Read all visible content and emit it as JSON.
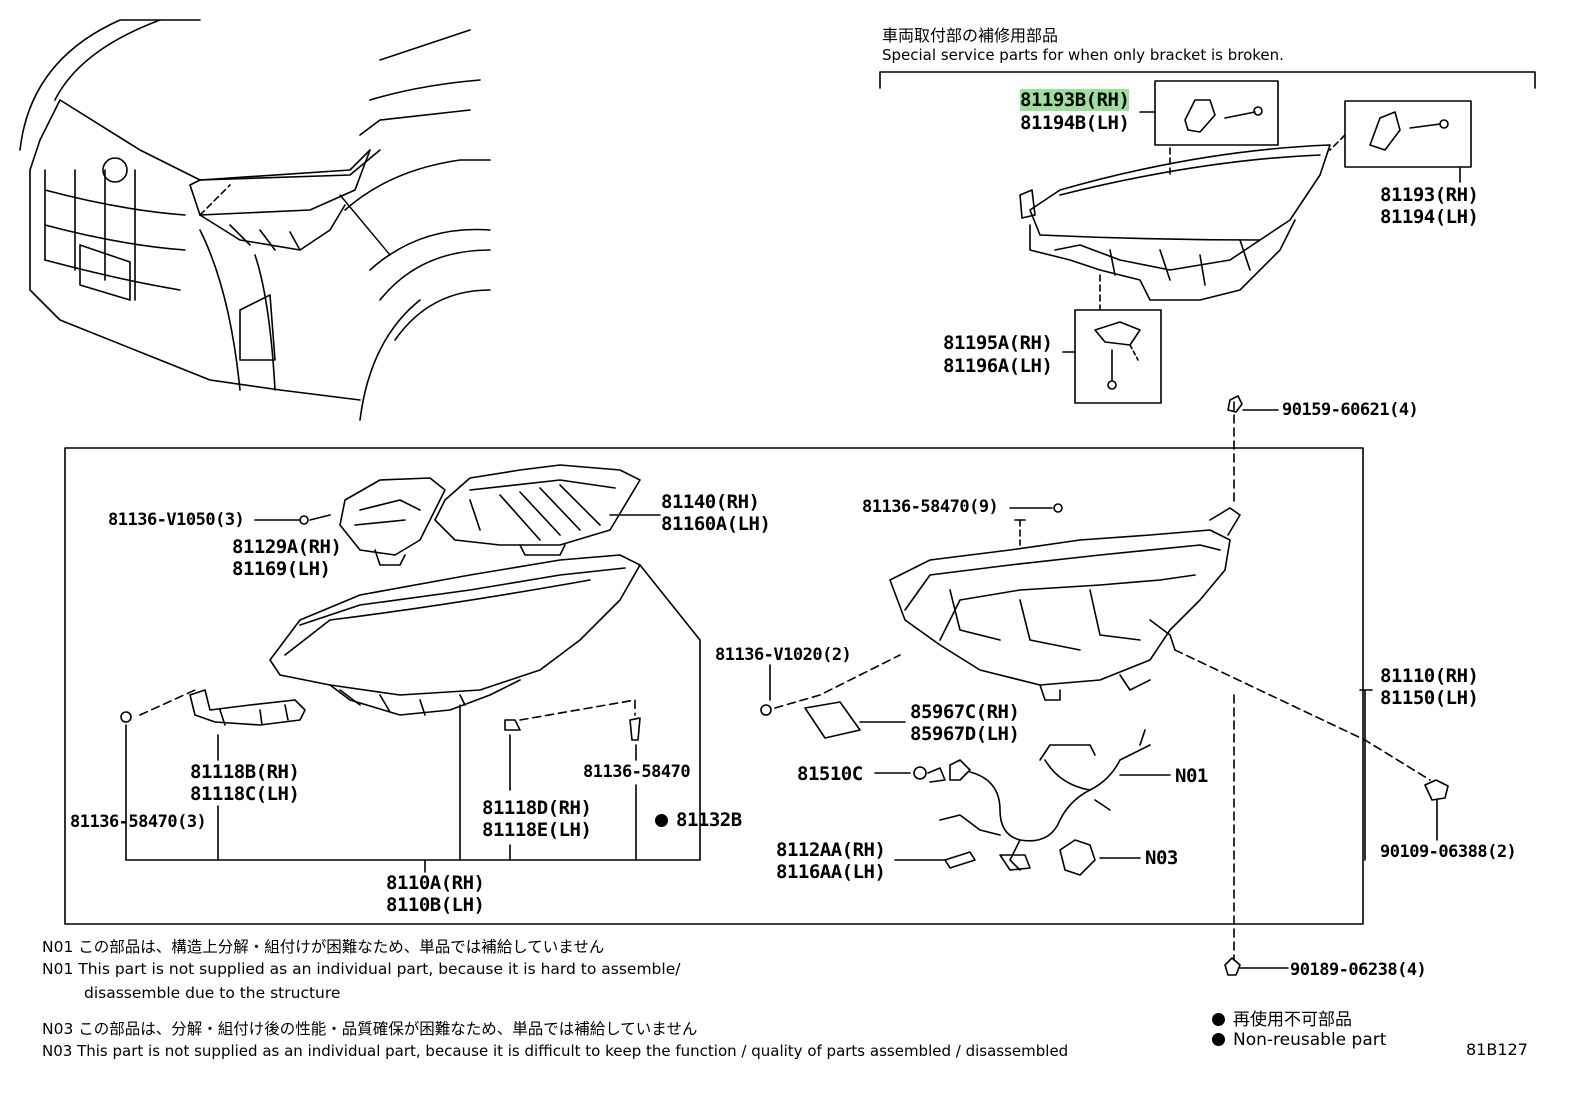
{
  "header": {
    "jp": "車両取付部の補修用部品",
    "en": "Special service parts for when only bracket is broken."
  },
  "labels": {
    "p81193B": "81193B(RH)",
    "p81194B": "81194B(LH)",
    "p81193": "81193(RH)",
    "p81194": "81194(LH)",
    "p81195A": "81195A(RH)",
    "p81196A": "81196A(LH)",
    "p90159": "90159-60621(4)",
    "p81136_V1050": "81136-V1050(3)",
    "p81129A": "81129A(RH)",
    "p81169": "81169(LH)",
    "p81140": "81140(RH)",
    "p81160A": "81160A(LH)",
    "p81136_58470_9": "81136-58470(9)",
    "p81136_V1020": "81136-V1020(2)",
    "p81110": "81110(RH)",
    "p81150": "81150(LH)",
    "p85967C": "85967C(RH)",
    "p85967D": "85967D(LH)",
    "p81510C": "81510C",
    "pN01": "N01",
    "p81112AA": "8112AA(RH)",
    "p81116AA": "8116AA(LH)",
    "pN03": "N03",
    "p90109": "90109-06388(2)",
    "p90189": "90189-06238(4)",
    "p81118B": "81118B(RH)",
    "p81118C": "81118C(LH)",
    "p81136_58470_3": "81136-58470(3)",
    "p81118D": "81118D(RH)",
    "p81118E": "81118E(LH)",
    "p81136_58470": "81136-58470",
    "p81132B": "81132B",
    "p8110A": "8110A(RH)",
    "p8110B": "8110B(LH)"
  },
  "notes": {
    "n01_jp": "N01 この部品は、構造上分解・組付けが困難なため、単品では補給していません",
    "n01_en1": "N01 This part is not supplied as an individual part, because it is hard to assemble/",
    "n01_en2": "disassemble due to the structure",
    "n03_jp": "N03 この部品は、分解・組付け後の性能・品質確保が困難なため、単品では補給していません",
    "n03_en": "N03 This part is not supplied as an individual part, because it is difficult to keep the function / quality of parts assembled / disassembled"
  },
  "legend": {
    "jp": "再使用不可部品",
    "en": "Non-reusable part"
  },
  "figure_id": "81B127",
  "colors": {
    "highlight": "#9be19b",
    "line": "#000000"
  }
}
